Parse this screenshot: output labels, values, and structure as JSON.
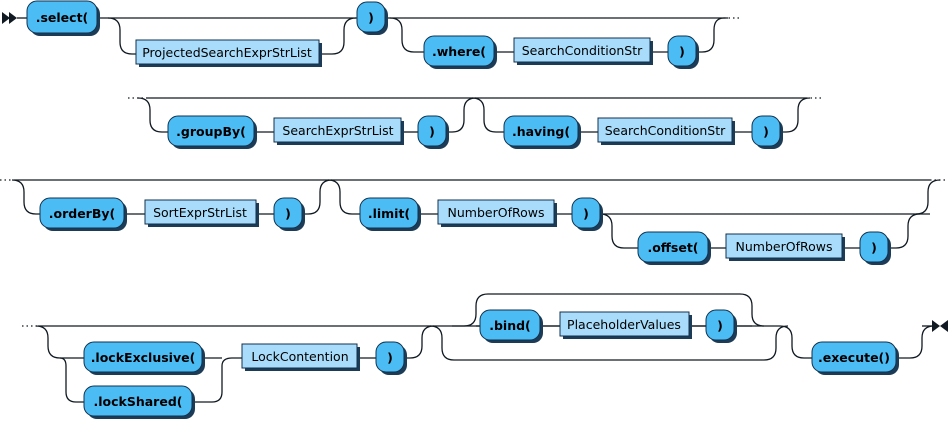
{
  "diagram": {
    "terminals": {
      "select": ".select(",
      "select_close": ")",
      "where": ".where(",
      "where_close": ")",
      "groupBy": ".groupBy(",
      "groupBy_close": ")",
      "having": ".having(",
      "having_close": ")",
      "orderBy": ".orderBy(",
      "orderBy_close": ")",
      "limit": ".limit(",
      "limit_close": ")",
      "offset": ".offset(",
      "offset_close": ")",
      "lockExclusive": ".lockExclusive(",
      "lockShared": ".lockShared(",
      "lock_close": ")",
      "bind": ".bind(",
      "bind_close": ")",
      "execute": ".execute()"
    },
    "nonterminals": {
      "projected": "ProjectedSearchExprStrList",
      "where_cond": "SearchConditionStr",
      "groupBy_list": "SearchExprStrList",
      "having_cond": "SearchConditionStr",
      "orderBy_list": "SortExprStrList",
      "limit_rows": "NumberOfRows",
      "offset_rows": "NumberOfRows",
      "lock_contention": "LockContention",
      "bind_values": "PlaceholderValues"
    }
  }
}
